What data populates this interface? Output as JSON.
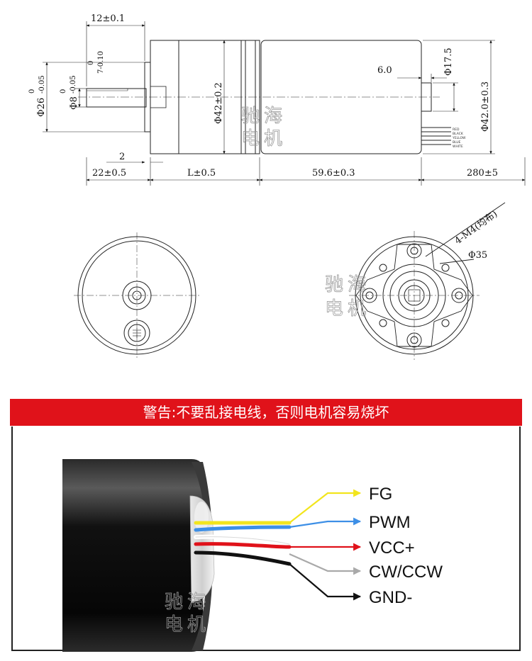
{
  "dimensions": {
    "d12": "12±0.1",
    "flange_tol_top": "0",
    "flange_tol_bottom": "7-0.10",
    "d26": "Φ26",
    "d26_tol_top": "0",
    "d26_tol_bottom": "-0.05",
    "d8": "Φ8",
    "d8_tol_top": "0",
    "d8_tol_bottom": "-0.05",
    "d42_body": "Φ42±0.2",
    "d6": "6.0",
    "d17_5": "Φ17.5",
    "d42_motor": "Φ42.0±0.3",
    "d2": "2",
    "d22": "22±0.5",
    "dL": "L±0.5",
    "d59_6": "59.6±0.3",
    "d280": "280±5",
    "holes": "4-M4(均布)",
    "d35": "Φ35"
  },
  "lead_colors_text": [
    "RED",
    "BLACK",
    "YELLOW",
    "BLUE",
    "WHITE"
  ],
  "watermark": [
    "驰",
    "海",
    "电",
    "机"
  ],
  "warning": "警告:不要乱接电线，否则电机容易烧坏",
  "wires": [
    {
      "label": "FG",
      "color": "#f2e51d"
    },
    {
      "label": "PWM",
      "color": "#3d8fe6"
    },
    {
      "label": "VCC+",
      "color": "#e0121a"
    },
    {
      "label": "CW/CCW",
      "color": "#a9a9a9"
    },
    {
      "label": "GND-",
      "color": "#111111"
    }
  ],
  "colors": {
    "warning_bg": "#e0121a",
    "line": "#222222"
  }
}
